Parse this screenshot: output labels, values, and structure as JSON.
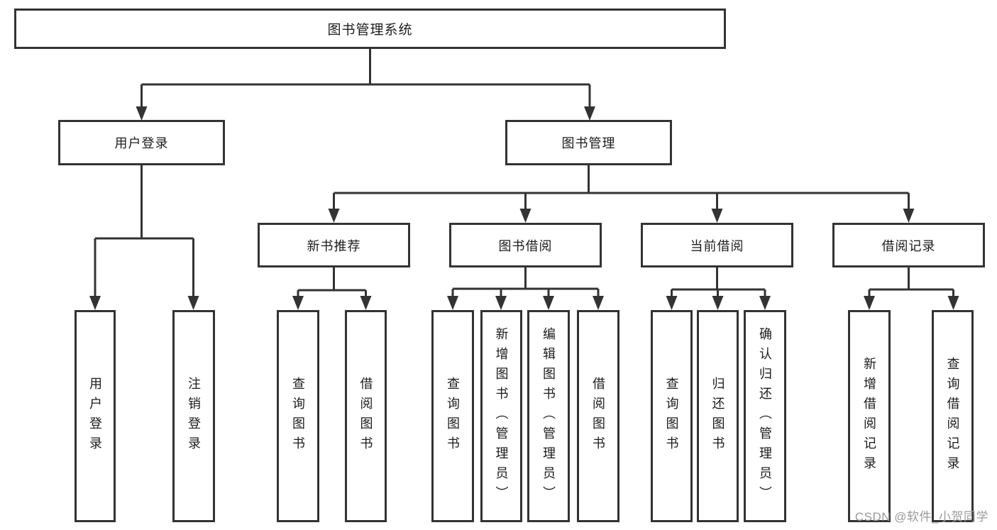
{
  "diagram": {
    "title_node": {
      "label": "图书管理系统"
    },
    "level2": [
      {
        "label": "用户登录"
      },
      {
        "label": "图书管理"
      }
    ],
    "level3": [
      {
        "label": "新书推荐"
      },
      {
        "label": "图书借阅"
      },
      {
        "label": "当前借阅"
      },
      {
        "label": "借阅记录"
      }
    ],
    "leaves": {
      "user_login": [
        "用户登录",
        "注销登录"
      ],
      "new_books": [
        "查询图书",
        "借阅图书"
      ],
      "book_borrowing": [
        "查询图书",
        "新增图书（管理员）",
        "编辑图书（管理员）",
        "借阅图书"
      ],
      "current_borrowing": [
        "查询图书",
        "归还图书",
        "确认归还（管理员）"
      ],
      "borrowing_records": [
        "新增借阅记录",
        "查询借阅记录"
      ]
    }
  },
  "watermark": {
    "text": "CSDN @软件_小贺同学"
  },
  "colors": {
    "line": "#333333",
    "box_border": "#333333",
    "box_fill": "#ffffff",
    "text": "#1c1c1c",
    "watermark": "#9b9b9b",
    "background": "#ffffff"
  }
}
